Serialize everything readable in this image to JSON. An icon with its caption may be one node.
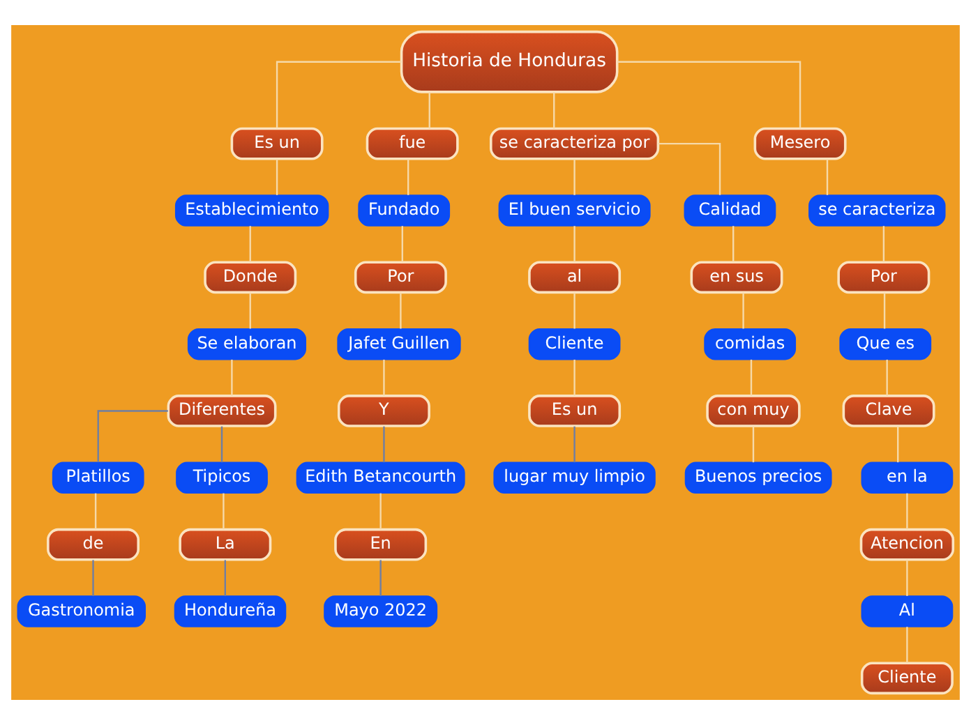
{
  "diagram": {
    "nodes": [
      {
        "text": [
          "Historia de Honduras"
        ]
      },
      {
        "text": [
          "Es un"
        ]
      },
      {
        "text": [
          "Establecimiento"
        ]
      },
      {
        "text": [
          "Donde"
        ]
      },
      {
        "text": [
          "Se elaboran"
        ]
      },
      {
        "text": [
          "Diferentes"
        ]
      },
      {
        "text": [
          "Platillos"
        ]
      },
      {
        "text": [
          "de"
        ]
      },
      {
        "text": [
          "Gastronomia"
        ]
      },
      {
        "text": [
          "Tipicos"
        ]
      },
      {
        "text": [
          "La"
        ]
      },
      {
        "text": [
          "Hondureña"
        ]
      },
      {
        "text": [
          "fue"
        ]
      },
      {
        "text": [
          "Fundado"
        ]
      },
      {
        "text": [
          "Por"
        ]
      },
      {
        "text": [
          "Jafet Guillen"
        ]
      },
      {
        "text": [
          "Y"
        ]
      },
      {
        "text": [
          "Edith Betancourth"
        ]
      },
      {
        "text": [
          "En"
        ]
      },
      {
        "text": [
          "Mayo 2022"
        ]
      },
      {
        "text": [
          "se caracteriza por"
        ]
      },
      {
        "text": [
          "El buen servicio"
        ]
      },
      {
        "text": [
          "al"
        ]
      },
      {
        "text": [
          "Cliente"
        ]
      },
      {
        "text": [
          "Es un"
        ]
      },
      {
        "text": [
          "lugar muy limpio"
        ]
      },
      {
        "text": [
          "Calidad"
        ]
      },
      {
        "text": [
          "en sus"
        ]
      },
      {
        "text": [
          "comidas"
        ]
      },
      {
        "text": [
          "con muy"
        ]
      },
      {
        "text": [
          "Buenos precios"
        ]
      },
      {
        "text": [
          "Mesero"
        ]
      },
      {
        "text": [
          "se caracteriza"
        ]
      },
      {
        "text": [
          "Por"
        ]
      },
      {
        "text": [
          "Que es"
        ]
      },
      {
        "text": [
          "Clave"
        ]
      },
      {
        "text": [
          "en la"
        ]
      },
      {
        "text": [
          "Atencion"
        ]
      },
      {
        "text": [
          "Al"
        ]
      },
      {
        "text": [
          "Cliente"
        ]
      }
    ],
    "edges": [
      {
        "from": 0,
        "to": 1,
        "arrow": "none"
      },
      {
        "from": 1,
        "to": 2,
        "arrow": "none"
      },
      {
        "from": 2,
        "to": 3,
        "arrow": "none"
      },
      {
        "from": 3,
        "to": 4,
        "arrow": "none"
      },
      {
        "from": 4,
        "to": 5,
        "arrow": "none"
      },
      {
        "from": 5,
        "to": 6,
        "arrow": "none",
        "color": "#6f7ea3"
      },
      {
        "from": 6,
        "to": 7,
        "arrow": "none"
      },
      {
        "from": 7,
        "to": 8,
        "arrow": "none",
        "color": "#6f7ea3"
      },
      {
        "from": 5,
        "to": 9,
        "arrow": "none",
        "color": "#6f7ea3"
      },
      {
        "from": 9,
        "to": 10,
        "arrow": "none"
      },
      {
        "from": 10,
        "to": 11,
        "arrow": "none",
        "color": "#6f7ea3"
      },
      {
        "from": 0,
        "to": 12,
        "arrow": "none"
      },
      {
        "from": 12,
        "to": 13,
        "arrow": "none"
      },
      {
        "from": 13,
        "to": 14,
        "arrow": "none"
      },
      {
        "from": 14,
        "to": 15,
        "arrow": "none"
      },
      {
        "from": 15,
        "to": 16,
        "arrow": "none"
      },
      {
        "from": 16,
        "to": 17,
        "arrow": "none",
        "color": "#6f7ea3"
      },
      {
        "from": 17,
        "to": 18,
        "arrow": "none"
      },
      {
        "from": 18,
        "to": 19,
        "arrow": "none",
        "color": "#6f7ea3"
      },
      {
        "from": 0,
        "to": 20,
        "arrow": "none"
      },
      {
        "from": 20,
        "to": 21,
        "arrow": "none"
      },
      {
        "from": 21,
        "to": 22,
        "arrow": "none"
      },
      {
        "from": 22,
        "to": 23,
        "arrow": "none"
      },
      {
        "from": 23,
        "to": 24,
        "arrow": "none"
      },
      {
        "from": 24,
        "to": 25,
        "arrow": "none",
        "color": "#6f7ea3"
      },
      {
        "from": 20,
        "to": 26,
        "arrow": "none"
      },
      {
        "from": 26,
        "to": 27,
        "arrow": "none"
      },
      {
        "from": 27,
        "to": 28,
        "arrow": "none"
      },
      {
        "from": 28,
        "to": 29,
        "arrow": "none"
      },
      {
        "from": 29,
        "to": 30,
        "arrow": "none"
      },
      {
        "from": 0,
        "to": 31,
        "arrow": "none"
      },
      {
        "from": 31,
        "to": 32,
        "arrow": "none"
      },
      {
        "from": 32,
        "to": 33,
        "arrow": "none"
      },
      {
        "from": 33,
        "to": 34,
        "arrow": "none"
      },
      {
        "from": 34,
        "to": 35,
        "arrow": "none"
      },
      {
        "from": 35,
        "to": 36,
        "arrow": "none"
      },
      {
        "from": 36,
        "to": 37,
        "arrow": "none"
      },
      {
        "from": 37,
        "to": 38,
        "arrow": "none"
      },
      {
        "from": 38,
        "to": 39,
        "arrow": "none"
      }
    ]
  }
}
